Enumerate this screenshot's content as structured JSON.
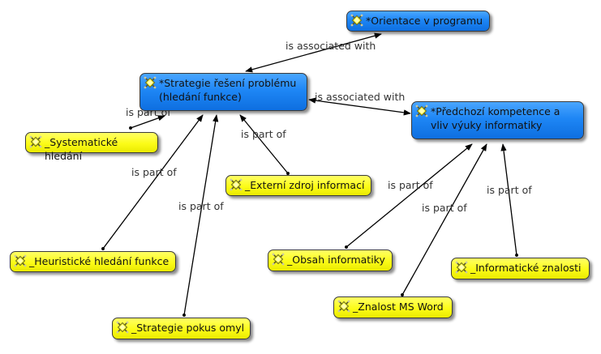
{
  "diagram": {
    "nodes": [
      {
        "id": "orientace",
        "type": "concept",
        "label": "*Orientace v programu",
        "icon": "concept-cluster-icon"
      },
      {
        "id": "strategie",
        "type": "concept",
        "label": "*Strategie řešení problému (hledání funkce)",
        "icon": "concept-cluster-icon"
      },
      {
        "id": "predchozi",
        "type": "concept",
        "label": "*Předchozí kompetence a vliv výuky informatiky",
        "icon": "concept-cluster-icon"
      },
      {
        "id": "systematicke",
        "type": "leaf",
        "label": "_Systematické hledání",
        "icon": "concept-cluster-icon"
      },
      {
        "id": "externi",
        "type": "leaf",
        "label": "_Externí zdroj informací",
        "icon": "concept-cluster-icon"
      },
      {
        "id": "heuristicke",
        "type": "leaf",
        "label": "_Heuristické hledání funkce",
        "icon": "concept-cluster-icon"
      },
      {
        "id": "pokus",
        "type": "leaf",
        "label": "_Strategie pokus omyl",
        "icon": "concept-cluster-icon"
      },
      {
        "id": "obsah",
        "type": "leaf",
        "label": "_Obsah informatiky",
        "icon": "concept-cluster-icon"
      },
      {
        "id": "word",
        "type": "leaf",
        "label": "_Znalost MS Word",
        "icon": "concept-cluster-icon"
      },
      {
        "id": "znalosti",
        "type": "leaf",
        "label": "_Informatické znalosti",
        "icon": "concept-cluster-icon"
      }
    ],
    "links": [
      {
        "from": "strategie",
        "to": "orientace",
        "label": "is associated with",
        "bidirectional": true
      },
      {
        "from": "strategie",
        "to": "predchozi",
        "label": "is associated with",
        "bidirectional": true
      },
      {
        "from": "systematicke",
        "to": "strategie",
        "label": "is part of",
        "bidirectional": false
      },
      {
        "from": "heuristicke",
        "to": "strategie",
        "label": "is part of",
        "bidirectional": false
      },
      {
        "from": "pokus",
        "to": "strategie",
        "label": "is part of",
        "bidirectional": false
      },
      {
        "from": "externi",
        "to": "strategie",
        "label": "is part of",
        "bidirectional": false
      },
      {
        "from": "obsah",
        "to": "predchozi",
        "label": "is part of",
        "bidirectional": false
      },
      {
        "from": "word",
        "to": "predchozi",
        "label": "is part of",
        "bidirectional": false
      },
      {
        "from": "znalosti",
        "to": "predchozi",
        "label": "is part of",
        "bidirectional": false
      }
    ],
    "colors": {
      "concept": "#1e86f5",
      "leaf": "#fcfc18",
      "link": "#000000",
      "link_label": "#333333"
    }
  }
}
